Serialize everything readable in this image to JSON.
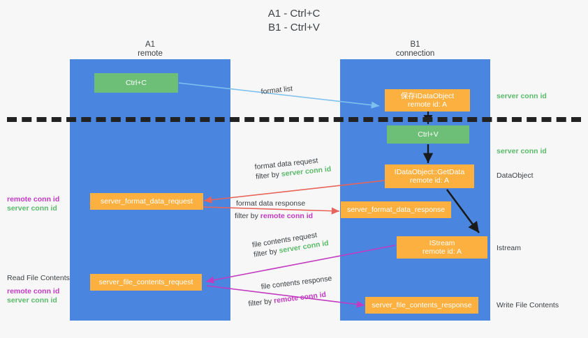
{
  "title": {
    "line1": "A1 - Ctrl+C",
    "line2": "B1 - Ctrl+V"
  },
  "lanes": [
    {
      "name": "A1",
      "sub": "remote"
    },
    {
      "name": "B1",
      "sub": "connection"
    }
  ],
  "nodes": {
    "ctrl_c": "Ctrl+C",
    "save_dataobject_l1": "保存IDataObject",
    "save_dataobject_l2": "remote id: A",
    "ctrl_v": "Ctrl+V",
    "getdata_l1": "IDataObject::GetData",
    "getdata_l2": "remote id: A",
    "server_format_data_request": "server_format_data_request",
    "server_format_data_response": "server_format_data_response",
    "istream_l1": "IStream",
    "istream_l2": "remote id: A",
    "server_file_contents_request": "server_file_contents_request",
    "server_file_contents_response": "server_file_contents_response"
  },
  "edges": {
    "format_list": "format list",
    "format_data_request": "format data request",
    "format_data_response": "format data response",
    "file_contents_request": "file contents request",
    "file_contents_response": "file contents response",
    "filter_by": "filter by",
    "server_conn_id": "server conn id",
    "remote_conn_id": "remote conn id"
  },
  "captions": {
    "server_conn_id": "server conn id",
    "remote_conn_id": "remote conn id",
    "data_object": "DataObject",
    "istream": "Istream",
    "write_file_contents": "Write File Contents",
    "read_file_contents": "Read File Contents"
  },
  "colors": {
    "lane": "#4a86e0",
    "green_node": "#6dbe76",
    "orange_node": "#fbb040",
    "server_conn_id": "#5aba6a",
    "remote_conn_id": "#c23ac2",
    "blue_arrow": "#7ec0ee",
    "red_arrow": "#e8645a",
    "black_arrow": "#1a1a1a",
    "magenta_arrow": "#c23ac2",
    "background": "#f7f7f7"
  }
}
